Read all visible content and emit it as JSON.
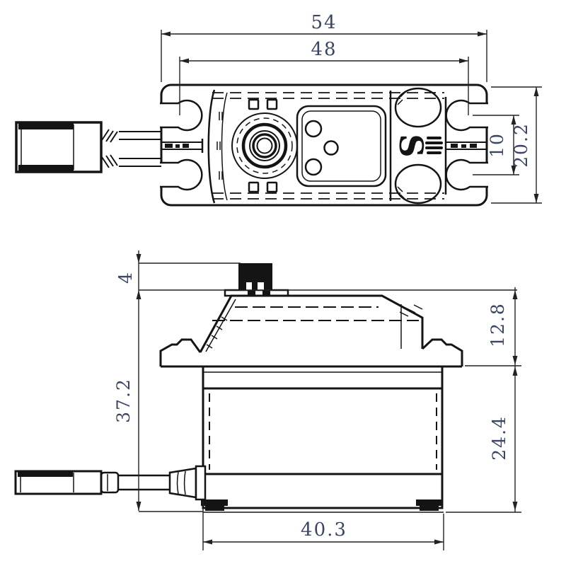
{
  "colors": {
    "background": "#ffffff",
    "line": "#141414",
    "dimension_text": "#3a4664"
  },
  "logo": {
    "letter": "S"
  },
  "dimensions": {
    "top_view": {
      "overall_length": "54",
      "mount_hole_span": "48",
      "hole_pair_spacing": "10",
      "body_width": "20.2"
    },
    "side_view": {
      "shaft_height": "4",
      "overall_height": "37.2",
      "upper_section_height": "12.8",
      "lower_section_height": "24.4",
      "body_length": "40.3"
    }
  }
}
